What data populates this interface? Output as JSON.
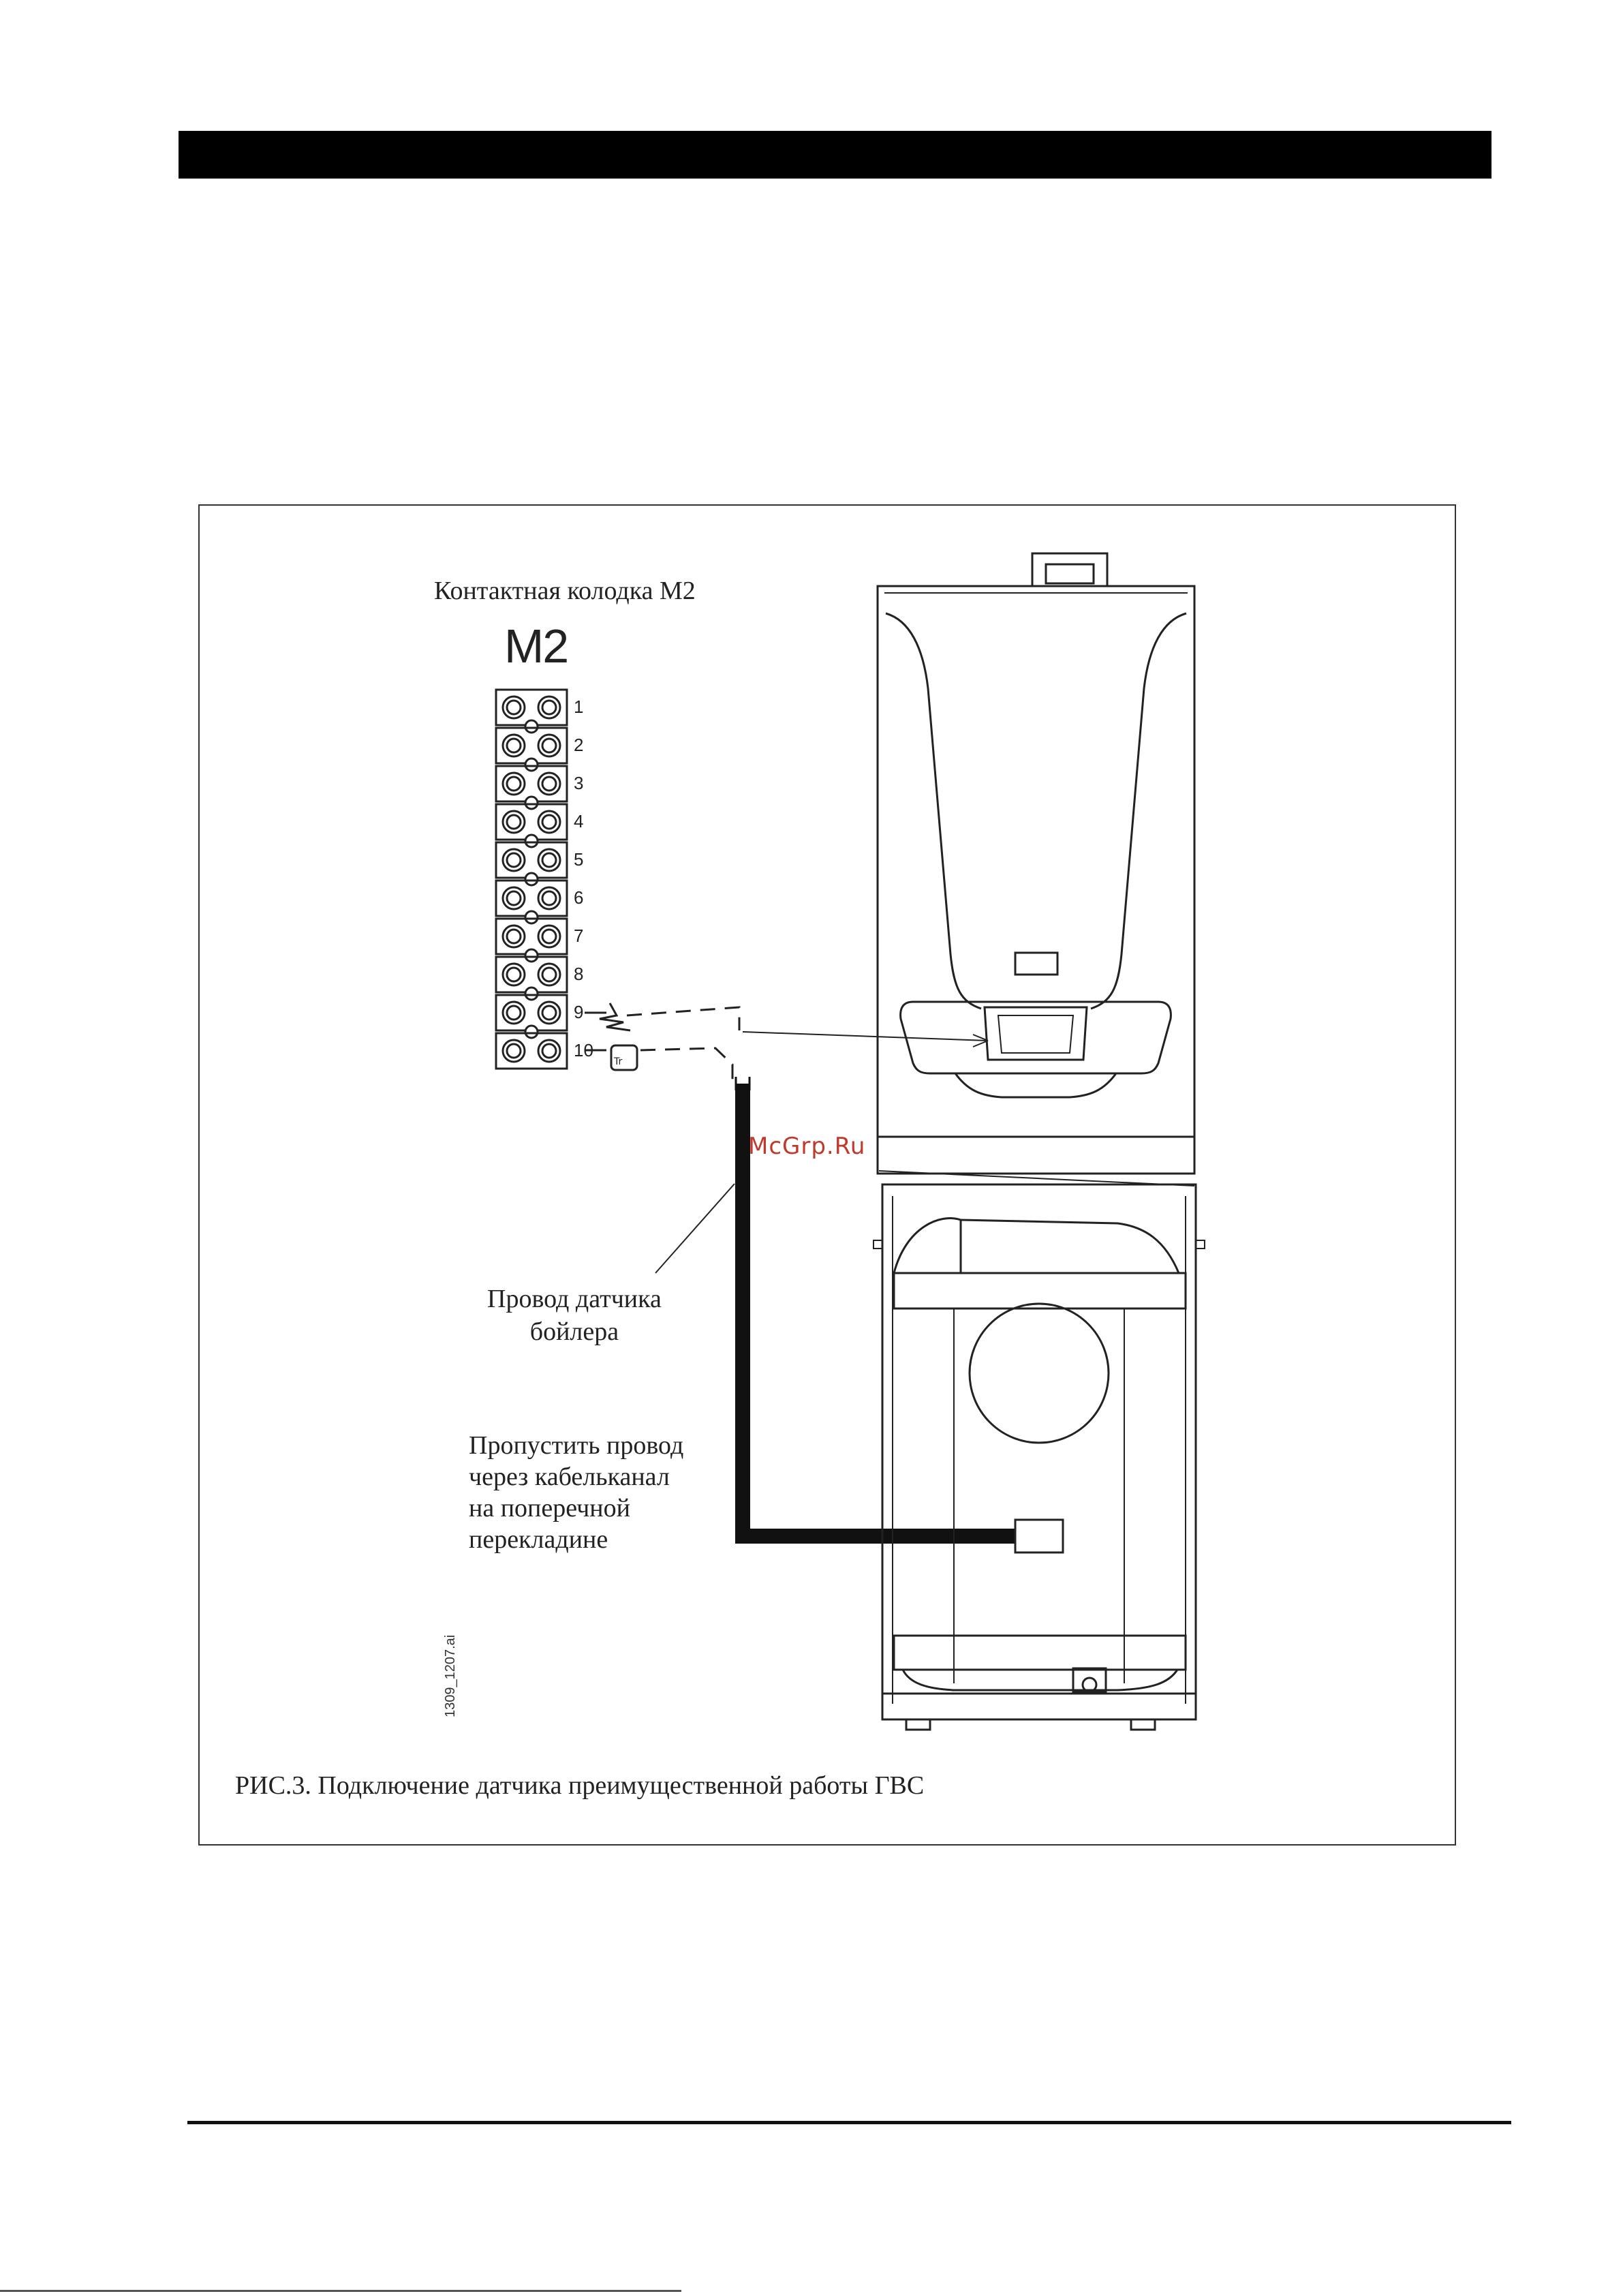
{
  "figure": {
    "terminal_block_title": "Контактная колодка M2",
    "terminal_block_name": "M2",
    "terminal_numbers": [
      "1",
      "2",
      "3",
      "4",
      "5",
      "6",
      "7",
      "8",
      "9",
      "10"
    ],
    "sensor_symbol": "Tr",
    "sensor_wire_label": "Провод датчика\nбойлера",
    "routing_label": "Пропустить провод\nчерез кабельканал\nна поперечной\nперекладине",
    "caption": "РИС.3. Подключение датчика преимущественной работы ГВС",
    "file_id": "1309_1207.ai"
  },
  "watermark": "McGrp.Ru",
  "colors": {
    "watermark": "#c0392b",
    "line": "#222222"
  }
}
